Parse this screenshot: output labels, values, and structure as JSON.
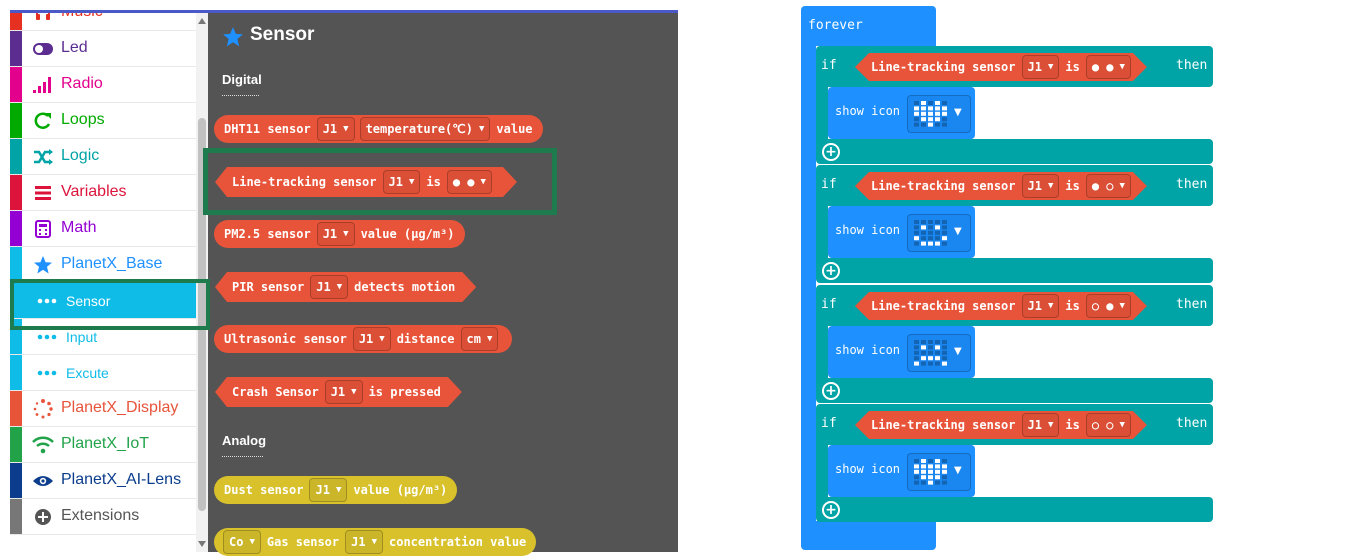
{
  "toolbox": {
    "categories": [
      {
        "label": "Music",
        "icon": "headphones-icon",
        "color": "#e63022"
      },
      {
        "label": "Led",
        "icon": "toggle-icon",
        "color": "#5c2d91"
      },
      {
        "label": "Radio",
        "icon": "signal-bars-icon",
        "color": "#e3008c"
      },
      {
        "label": "Loops",
        "icon": "refresh-icon",
        "color": "#00aa00"
      },
      {
        "label": "Logic",
        "icon": "shuffle-icon",
        "color": "#00a4a6"
      },
      {
        "label": "Variables",
        "icon": "list-icon",
        "color": "#dc143c"
      },
      {
        "label": "Math",
        "icon": "calculator-icon",
        "color": "#9400d3"
      },
      {
        "label": "PlanetX_Base",
        "icon": "star-icon",
        "color": "#0fbce8"
      },
      {
        "label": "Sensor",
        "icon": "dots-icon",
        "color": "#0fbce8"
      },
      {
        "label": "Input",
        "icon": "dots-icon",
        "color": "#0fbce8"
      },
      {
        "label": "Excute",
        "icon": "dots-icon",
        "color": "#0fbce8"
      },
      {
        "label": "PlanetX_Display",
        "icon": "spinner-icon",
        "color": "#e8543a"
      },
      {
        "label": "PlanetX_IoT",
        "icon": "wifi-icon",
        "color": "#22a34a"
      },
      {
        "label": "PlanetX_AI-Lens",
        "icon": "eye-icon",
        "color": "#0b3d8c"
      },
      {
        "label": "Extensions",
        "icon": "plus-circle-icon",
        "color": "#777777"
      }
    ]
  },
  "flyout": {
    "title": "Sensor",
    "sections": {
      "digital": "Digital",
      "analog": "Analog"
    },
    "blocks": {
      "dht11": {
        "t1": "DHT11 sensor",
        "d1": "J1",
        "d2": "temperature(℃)",
        "t2": "value"
      },
      "line": {
        "t1": "Line-tracking sensor",
        "d1": "J1",
        "t2": "is",
        "d2": "● ●"
      },
      "pm25": {
        "t1": "PM2.5 sensor",
        "d1": "J1",
        "t2": "value (μg/m³)"
      },
      "pir": {
        "t1": "PIR sensor",
        "d1": "J1",
        "t2": "detects motion"
      },
      "ultra": {
        "t1": "Ultrasonic sensor",
        "d1": "J1",
        "t2": "distance",
        "d2": "cm"
      },
      "crash": {
        "t1": "Crash Sensor",
        "d1": "J1",
        "t2": "is pressed"
      },
      "dust": {
        "t1": "Dust sensor",
        "d1": "J1",
        "t2": "value (μg/m³)"
      },
      "gas": {
        "d0": "Co",
        "t1": "Gas sensor",
        "d1": "J1",
        "t2": "concentration value"
      }
    }
  },
  "workspace": {
    "forever": "forever",
    "if_label": "if",
    "then_label": "then",
    "show_icon": "show icon",
    "sensor_label": "Line-tracking sensor",
    "is_label": "is",
    "branches": [
      {
        "port": "J1",
        "state": "● ●",
        "icon": "heart"
      },
      {
        "port": "J1",
        "state": "● ○",
        "icon": "happy"
      },
      {
        "port": "J1",
        "state": "○ ●",
        "icon": "sad"
      },
      {
        "port": "J1",
        "state": "○ ○",
        "icon": "heart"
      }
    ]
  },
  "colors": {
    "flyout_bg": "#545454",
    "sensor_block": "#e8543a",
    "analog_block": "#d8c12b",
    "logic_block": "#00a4a6",
    "basic_block": "#1e90ff",
    "highlight": "#1e7b4d"
  }
}
